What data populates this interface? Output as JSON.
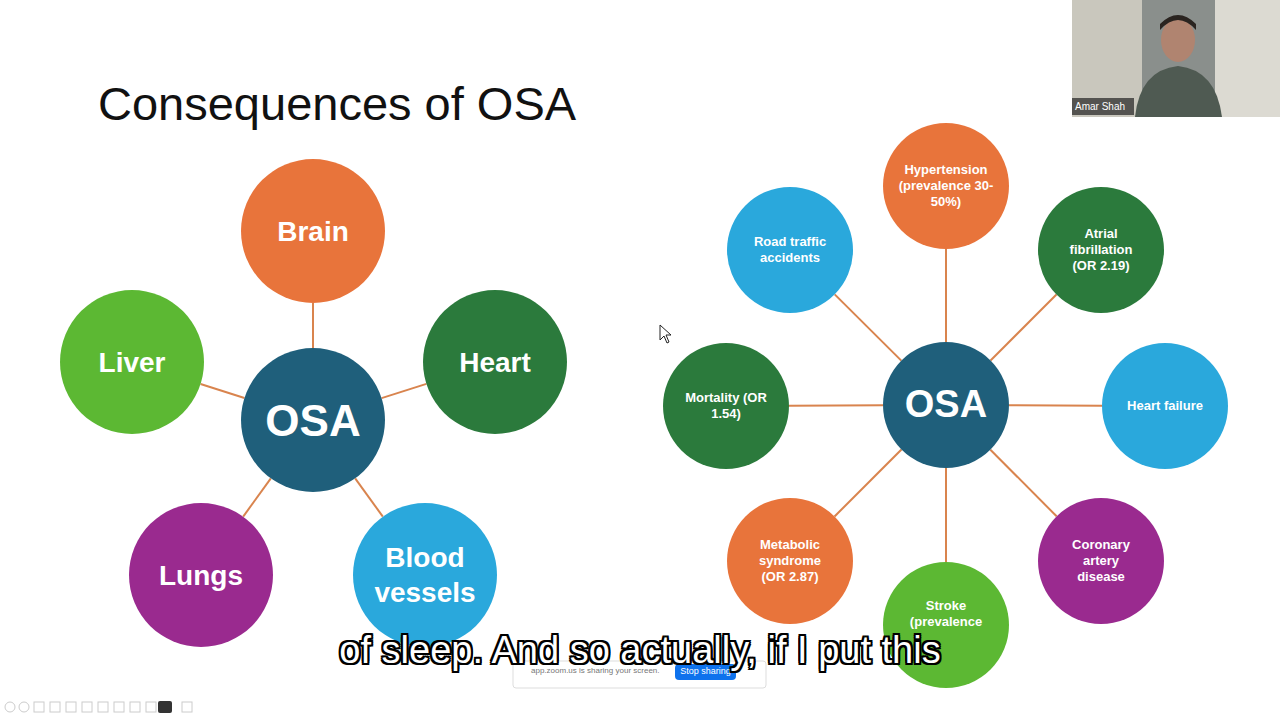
{
  "diagram": {
    "title": "Consequences of OSA",
    "nodes": [
      {
        "text": [
          "OSA"
        ]
      },
      {
        "text": [
          "Brain"
        ]
      },
      {
        "text": [
          "Heart"
        ]
      },
      {
        "text": [
          "Blood vessels"
        ]
      },
      {
        "text": [
          "Lungs"
        ]
      },
      {
        "text": [
          "Liver"
        ]
      },
      {
        "text": [
          "OSA"
        ]
      },
      {
        "text": [
          "Hypertension (prevalence 30-50%)"
        ]
      },
      {
        "text": [
          "Atrial fibrillation (OR 2.19)"
        ]
      },
      {
        "text": [
          "Heart failure"
        ]
      },
      {
        "text": [
          "Coronary artery disease"
        ]
      },
      {
        "text": [
          "Stroke (prevalence"
        ]
      },
      {
        "text": [
          "Metabolic syndrome (OR 2.87)"
        ]
      },
      {
        "text": [
          "Mortality (OR 1.54)"
        ]
      },
      {
        "text": [
          "Road traffic accidents"
        ]
      },
      {
        "text": [
          "Stop sharing"
        ]
      }
    ],
    "edges": [
      {
        "from": 0,
        "to": 1,
        "arrow": "none"
      },
      {
        "from": 0,
        "to": 2,
        "arrow": "none"
      },
      {
        "from": 0,
        "to": 3,
        "arrow": "none"
      },
      {
        "from": 0,
        "to": 4,
        "arrow": "none"
      },
      {
        "from": 0,
        "to": 5,
        "arrow": "none"
      },
      {
        "from": 6,
        "to": 7,
        "arrow": "none"
      },
      {
        "from": 6,
        "to": 8,
        "arrow": "none"
      },
      {
        "from": 6,
        "to": 9,
        "arrow": "none"
      },
      {
        "from": 6,
        "to": 10,
        "arrow": "none"
      },
      {
        "from": 6,
        "to": 11,
        "arrow": "none"
      },
      {
        "from": 6,
        "to": 12,
        "arrow": "none"
      },
      {
        "from": 6,
        "to": 13,
        "arrow": "none"
      },
      {
        "from": 6,
        "to": 14,
        "arrow": "none"
      }
    ],
    "labels": [
      "Amar Shah",
      "of sleep. And so actually, if I put this",
      "app.zoom.us is sharing your screen."
    ]
  }
}
